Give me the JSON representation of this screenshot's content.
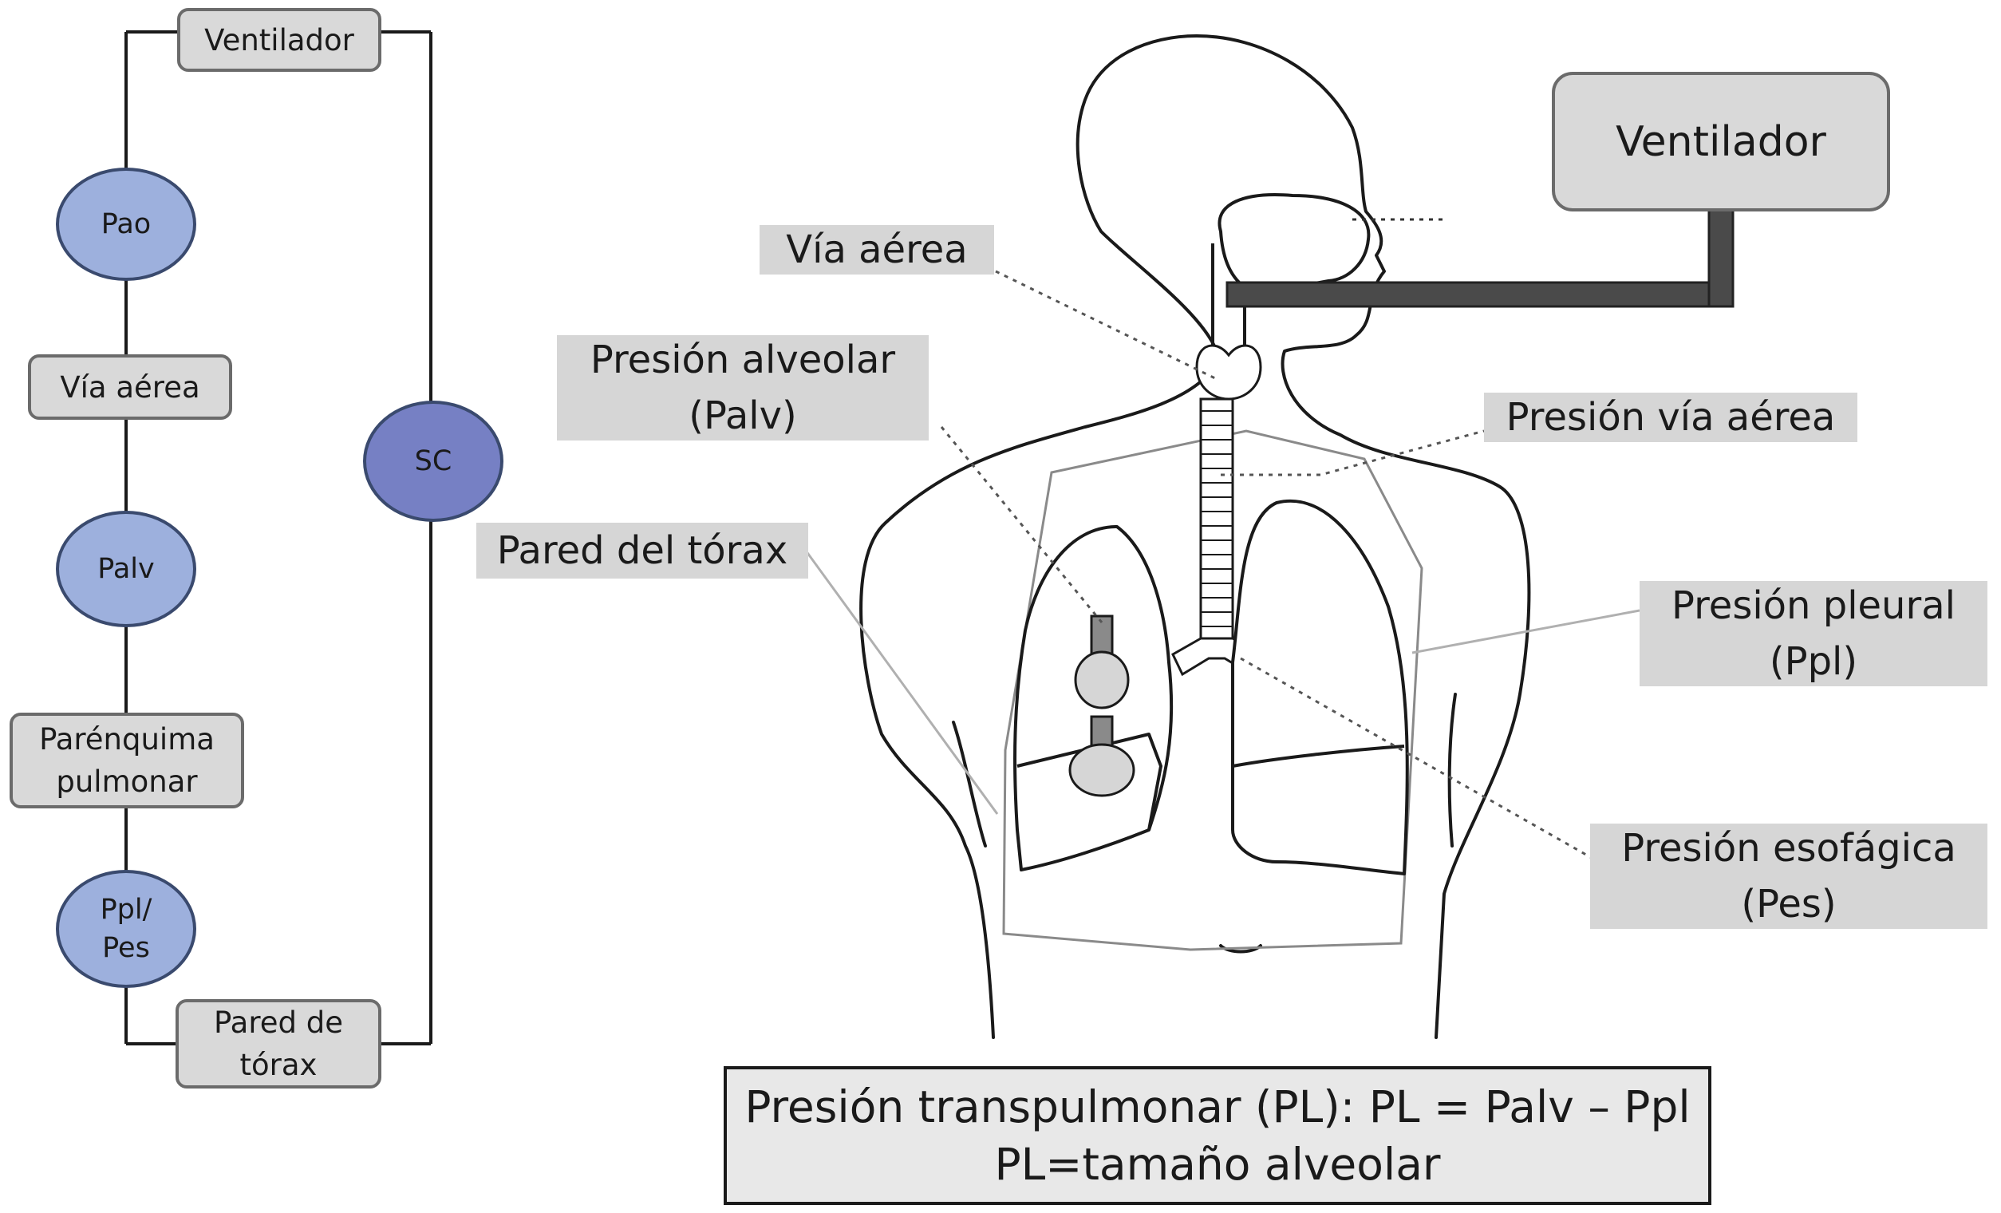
{
  "circuit": {
    "top_box": "Ventilador",
    "pao": "Pao",
    "airway": "Vía aérea",
    "palv": "Palv",
    "parenchyma": "Parénquima\npulmonar",
    "ppl_pes": "Ppl/\nPes",
    "chest_wall": "Pared de\ntórax",
    "sc": "SC"
  },
  "anatomy": {
    "ventilator": "Ventilador",
    "airway": "Vía aérea",
    "alveolar_pressure": "Presión alveolar\n(Palv)",
    "airway_pressure": "Presión vía aérea",
    "chest_wall": "Pared del tórax",
    "pleural_pressure": "Presión pleural\n(Ppl)",
    "esophageal_pressure": "Presión esofágica\n(Pes)"
  },
  "formula": {
    "line1": "Presión transpulmonar (PL): PL = Palv  – Ppl",
    "line2": "PL=tamaño alveolar"
  },
  "colors": {
    "circle_light": "#9db0dd",
    "circle_dark": "#7680c4",
    "box_fill": "#d9d9d9",
    "label_fill": "#d6d6d6"
  }
}
